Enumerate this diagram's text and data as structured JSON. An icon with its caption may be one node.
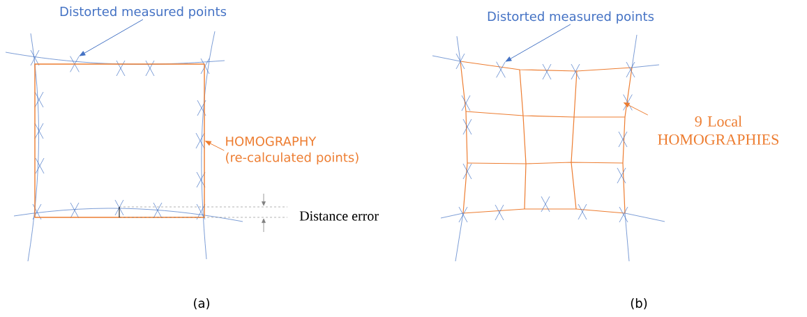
{
  "diagram": {
    "nodes": [
      {
        "text": [
          "Distorted measured points"
        ]
      },
      {
        "text": [],
        "shape": "cross"
      },
      {
        "text": [
          "HOMOGRAPHY (re-calculated points)"
        ]
      },
      {
        "text": [],
        "shape": "box"
      },
      {
        "text": [
          "Distorted measured points"
        ]
      },
      {
        "text": [],
        "shape": "cross"
      },
      {
        "text": [
          "9 Local HOMOGRAPHIES"
        ]
      },
      {
        "text": [],
        "shape": "cross"
      }
    ],
    "edges": [
      {
        "from": 0,
        "to": 1,
        "arrow": "to",
        "color": "#4472c4"
      },
      {
        "from": 2,
        "to": 3,
        "arrow": "to",
        "color": "#ed7d31"
      },
      {
        "from": 4,
        "to": 5,
        "arrow": "to",
        "color": "#4472c4"
      },
      {
        "from": 6,
        "to": 7,
        "arrow": "to",
        "color": "#ed7d31"
      }
    ],
    "labels": [
      "Distance error",
      "(a)",
      "(b)"
    ]
  }
}
